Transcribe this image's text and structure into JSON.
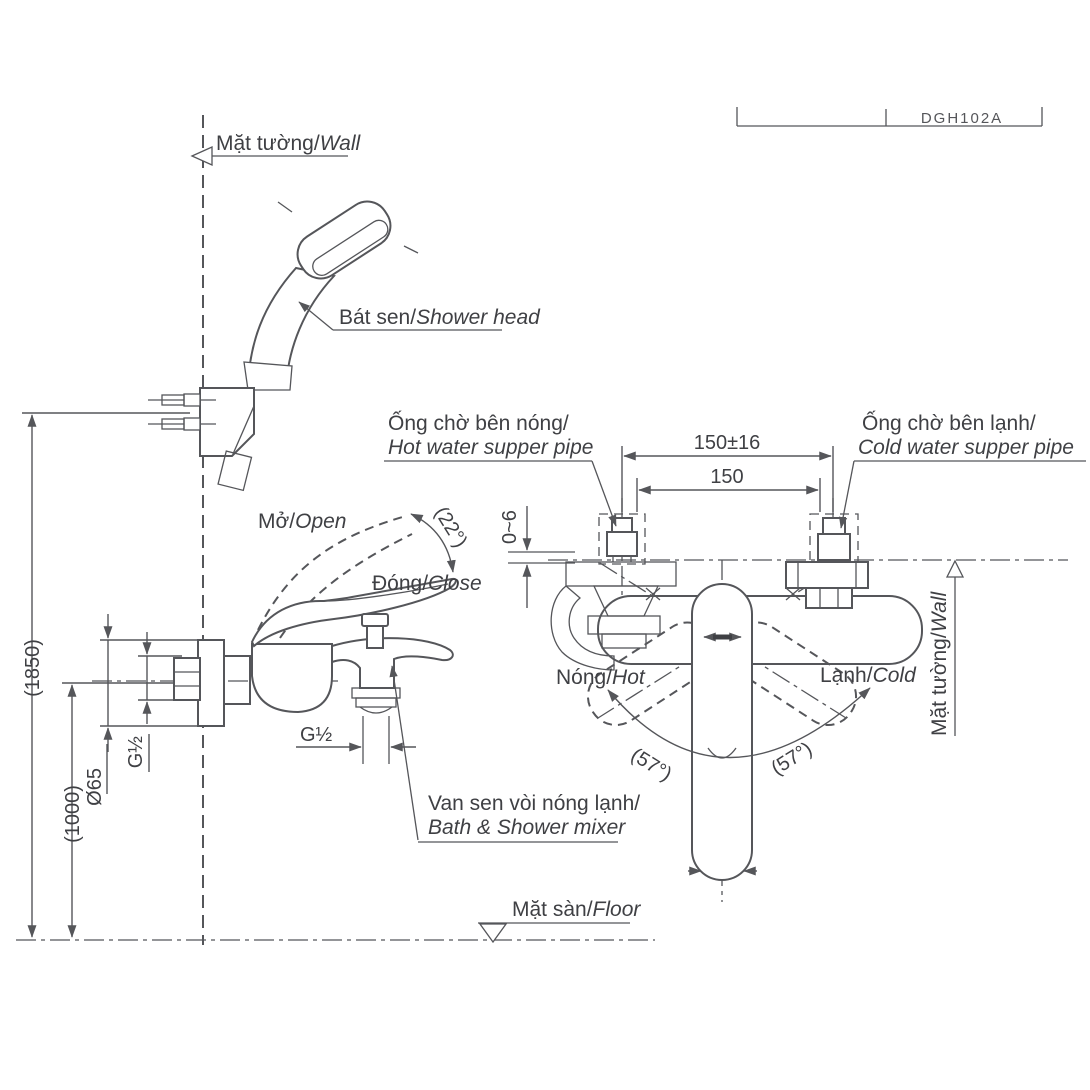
{
  "colors": {
    "line": "#55565a",
    "text": "#3f4044",
    "background": "#ffffff"
  },
  "title_block": {
    "partial_code": "DGH102A"
  },
  "labels": {
    "wall_top": {
      "vi": "Mặt tường/",
      "en": "Wall"
    },
    "shower_head": {
      "vi": "Bát sen/",
      "en": "Shower head"
    },
    "open": {
      "vi": "Mở/",
      "en": "Open"
    },
    "close": {
      "vi": "Đóng/",
      "en": "Close"
    },
    "hot_pipe": {
      "vi": "Ống chờ bên nóng/",
      "en": "Hot water supper pipe"
    },
    "cold_pipe": {
      "vi": "Ống chờ bên lạnh/",
      "en": "Cold water supper pipe"
    },
    "hot": {
      "vi": "Nóng/",
      "en": "Hot"
    },
    "cold": {
      "vi": "Lạnh/",
      "en": "Cold"
    },
    "wall_right": {
      "vi": "Mặt tường/",
      "en": "Wall"
    },
    "mixer": {
      "vi": "Van sen vòi nóng lạnh/",
      "en": "Bath & Shower mixer"
    },
    "floor": {
      "vi": "Mặt sàn/",
      "en": "Floor"
    }
  },
  "dimensions": {
    "handle_angle": "(22°)",
    "center_distance_tolerance": "150±16",
    "center_distance": "150",
    "wall_gap": "0~6",
    "shower_height": "(1850)",
    "mixer_height": "(1000)",
    "flange_diameter": "Ø65",
    "inlet_thread": "G½",
    "spout_thread": "G½",
    "swing_angle_left": "(57°)",
    "swing_angle_right": "(57°)"
  }
}
